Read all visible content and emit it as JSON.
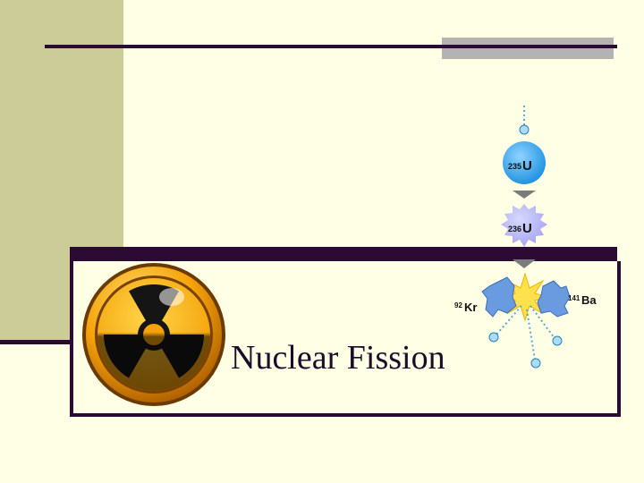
{
  "slide": {
    "title": "Nuclear Fission"
  },
  "diagram": {
    "uranium_235": {
      "mass": "235",
      "symbol": "U"
    },
    "uranium_236": {
      "mass": "236",
      "symbol": "U"
    },
    "krypton": {
      "mass": "92",
      "symbol": "Kr"
    },
    "barium": {
      "mass": "141",
      "symbol": "Ba"
    }
  },
  "icons": [
    "radiation-icon"
  ],
  "colors": {
    "background": "#ffffe5",
    "band": "#cccc99",
    "accent": "#2b0a33",
    "radiation_orange": "#f5a30a"
  }
}
